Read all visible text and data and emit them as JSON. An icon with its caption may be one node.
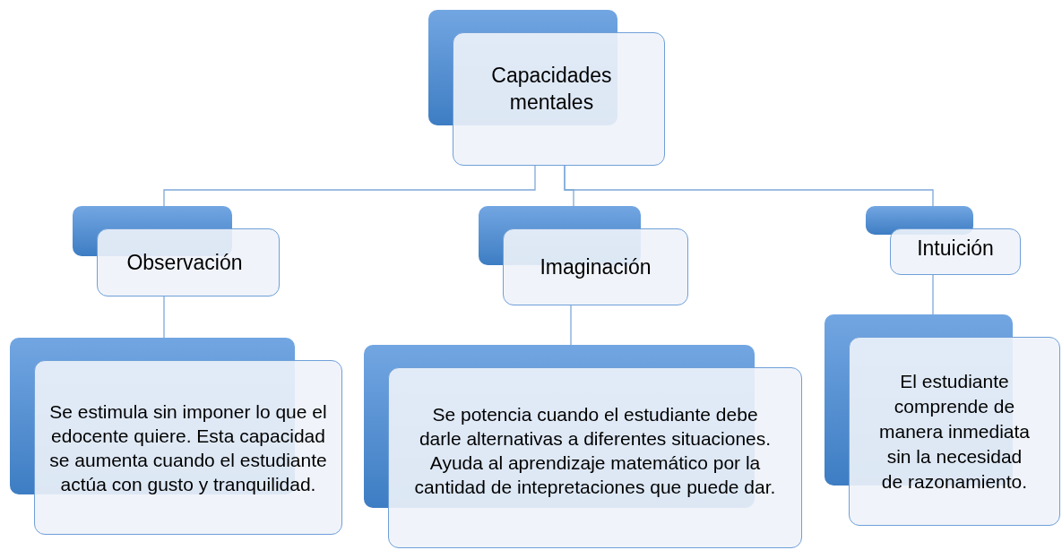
{
  "diagram": {
    "nodes": [
      {
        "text": [
          "Capacidades mentales"
        ]
      },
      {
        "text": [
          "Observación"
        ]
      },
      {
        "text": [
          "Imaginación"
        ]
      },
      {
        "text": [
          "Intuición"
        ]
      },
      {
        "text": [
          "Se estimula sin imponer lo que el edocente quiere. Esta capacidad se aumenta cuando el estudiante actúa con gusto y tranquilidad."
        ]
      },
      {
        "text": [
          "Se potencia cuando el estudiante debe darle alternativas a diferentes situaciones. Ayuda al aprendizaje matemático por la cantidad de intepretaciones que puede dar."
        ]
      },
      {
        "text": [
          "El estudiante comprende de manera inmediata sin la necesidad de razonamiento."
        ]
      }
    ],
    "edges": [
      {
        "from": 0,
        "to": 1,
        "arrow": "none"
      },
      {
        "from": 0,
        "to": 2,
        "arrow": "none"
      },
      {
        "from": 0,
        "to": 3,
        "arrow": "none"
      },
      {
        "from": 1,
        "to": 4,
        "arrow": "none"
      },
      {
        "from": 2,
        "to": 5,
        "arrow": "none"
      },
      {
        "from": 3,
        "to": 6,
        "arrow": "none"
      }
    ]
  }
}
